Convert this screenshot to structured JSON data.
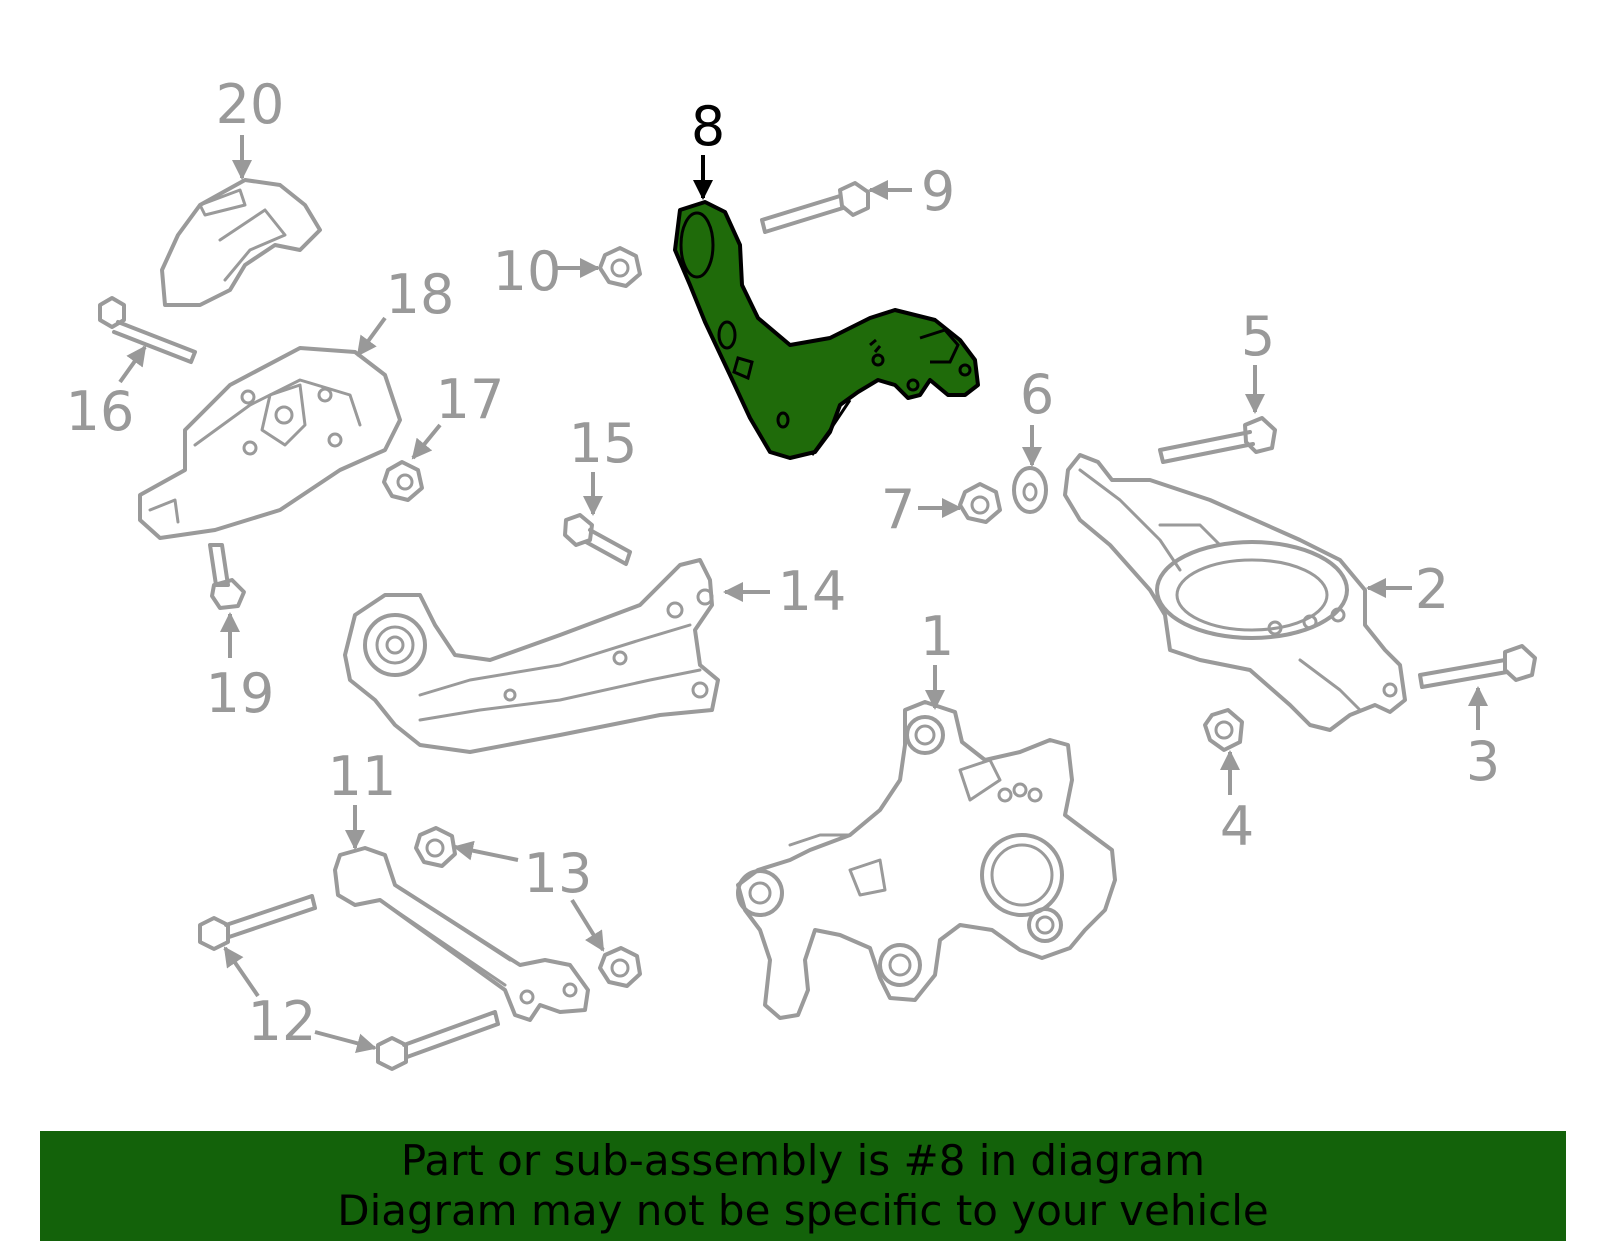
{
  "colors": {
    "highlight_fill": "#1f6b0a",
    "banner_fill": "#13620a",
    "part_stroke": "#9a9a9a",
    "label_gray": "#999999",
    "label_highlight": "#000000"
  },
  "highlighted_part": "8",
  "callouts": {
    "c1": "1",
    "c2": "2",
    "c3": "3",
    "c4": "4",
    "c5": "5",
    "c6": "6",
    "c7": "7",
    "c8": "8",
    "c9": "9",
    "c10": "10",
    "c11": "11",
    "c12": "12",
    "c13": "13",
    "c14": "14",
    "c15": "15",
    "c16": "16",
    "c17": "17",
    "c18": "18",
    "c19": "19",
    "c20": "20"
  },
  "banner": {
    "line1": "Part or sub-assembly is #8 in diagram",
    "line2": "Diagram may not be specific to your vehicle"
  }
}
